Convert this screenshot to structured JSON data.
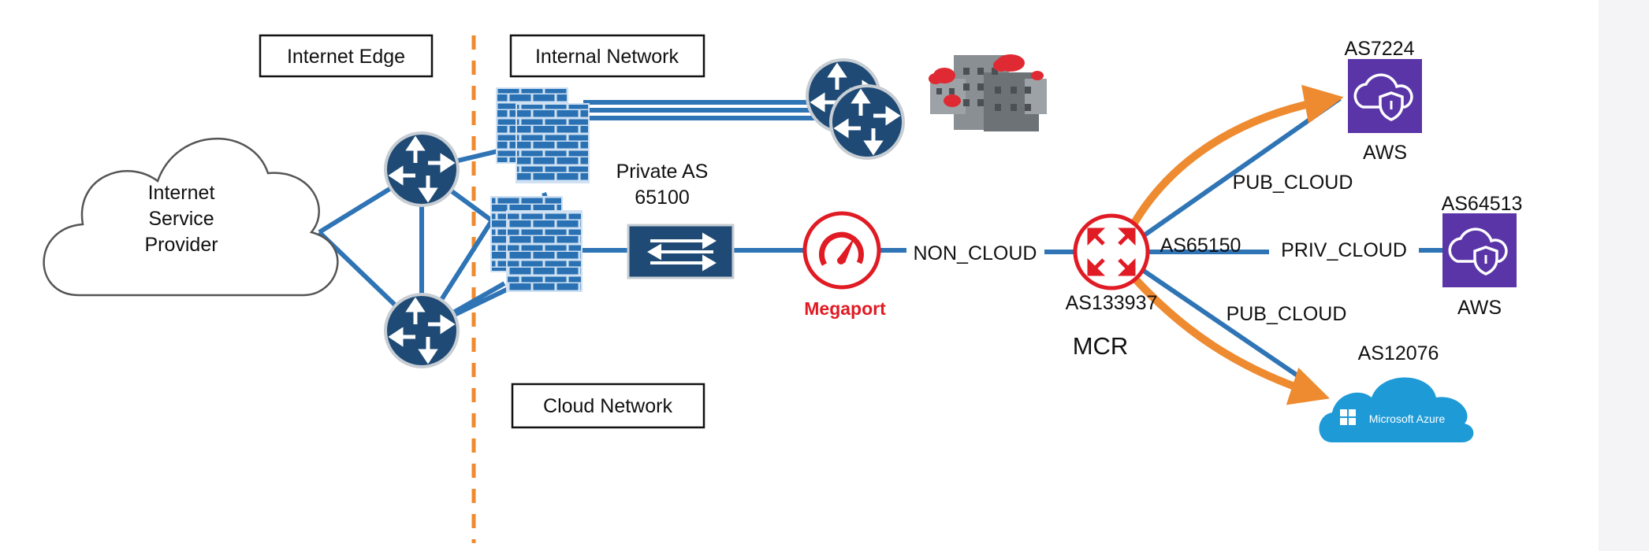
{
  "zones": {
    "internet_edge": "Internet Edge",
    "internal_network": "Internal Network",
    "cloud_network": "Cloud Network"
  },
  "isp": {
    "line1": "Internet",
    "line2": "Service",
    "line3": "Provider"
  },
  "private_as": {
    "line1": "Private AS",
    "line2": "65100"
  },
  "megaport": {
    "label": "Megaport"
  },
  "mcr": {
    "asn": "AS133937",
    "label": "MCR",
    "local_as": "AS65150"
  },
  "links": {
    "non_cloud": "NON_CLOUD",
    "pub_cloud_top": "PUB_CLOUD",
    "priv_cloud": "PRIV_CLOUD",
    "pub_cloud_bottom": "PUB_CLOUD"
  },
  "aws_top": {
    "asn": "AS7224",
    "label": "AWS"
  },
  "aws_mid": {
    "asn": "AS64513",
    "label": "AWS"
  },
  "azure": {
    "asn": "AS12076",
    "label": "Microsoft Azure"
  },
  "colors": {
    "link": "#2f74b5",
    "device": "#1e4a75",
    "firewall": "#2a71b3",
    "zone_divider": "#f08a2e",
    "megaport_red": "#e01b24",
    "aws_purple": "#5a35a8",
    "azure_blue": "#1e9bd7",
    "highlight_orange": "#ee8a2f"
  }
}
